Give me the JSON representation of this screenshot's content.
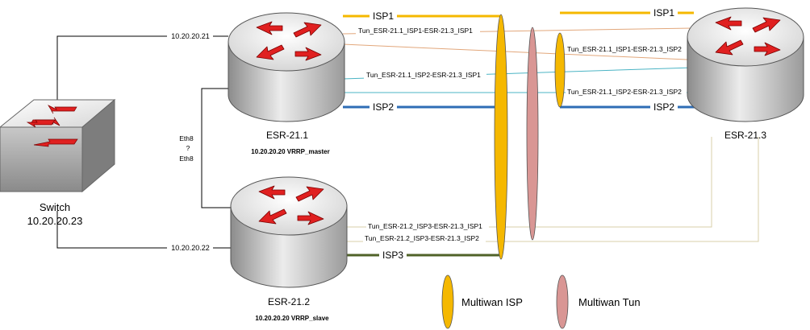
{
  "switch": {
    "name": "Switch",
    "ip": "10.20.20.23"
  },
  "routers": {
    "r1": {
      "name": "ESR-21.1",
      "vrrp": "10.20.20.20 VRRP_master",
      "link_ip": "10.20.20.21"
    },
    "r2": {
      "name": "ESR-21.2",
      "vrrp": "10.20.20.20 VRRP_slave",
      "link_ip": "10.20.20.22"
    },
    "r3": {
      "name": "ESR-21.3"
    }
  },
  "interconnect": {
    "top": "Eth8",
    "mid": "?",
    "bottom": "Eth8"
  },
  "isp_links": {
    "r1_isp1": "ISP1",
    "r1_isp2": "ISP2",
    "r2_isp3": "ISP3",
    "r3_isp1": "ISP1",
    "r3_isp2": "ISP2"
  },
  "tunnels": {
    "t1": "Tun_ESR-21.1_ISP1-ESR-21.3_ISP1",
    "t2": "Tun_ESR-21.1_ISP2-ESR-21.3_ISP1",
    "t3": "Tun_ESR-21.1_ISP1-ESR-21.3_ISP2",
    "t4": "Tun_ESR-21.1_ISP2-ESR-21.3_ISP2",
    "t5": "Tun_ESR-21.2_ISP3-ESR-21.3_ISP1",
    "t6": "Tun_ESR-21.2_ISP3-ESR-21.3_ISP2"
  },
  "legend": {
    "isp": "Multiwan ISP",
    "tun": "Multiwan Tun"
  },
  "colors": {
    "isp1": "#f5b800",
    "isp2": "#2e6db5",
    "isp3": "#4f6228",
    "tun_orange": "#e2a77b",
    "tun_teal": "#4bb4c4",
    "tun_tan": "#d9cfa8",
    "multiwan_isp": "#f5b800",
    "multiwan_tun": "#d99694",
    "router_arrow": "#e02020"
  }
}
